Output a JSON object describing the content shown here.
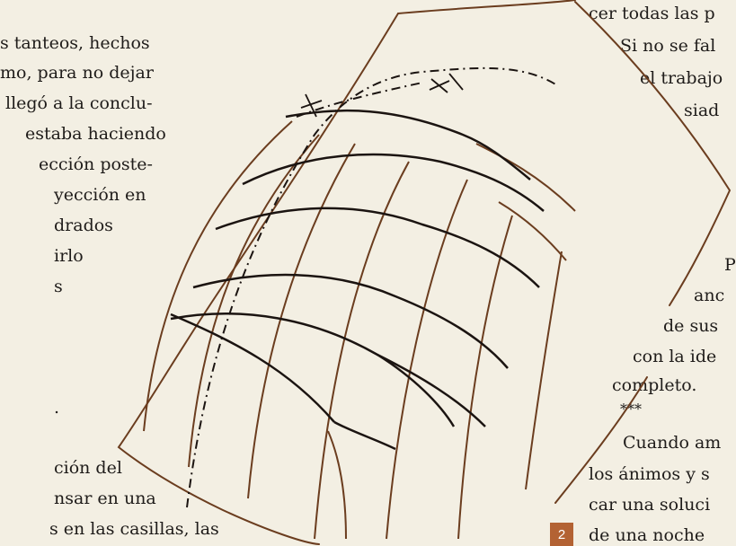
{
  "left_column": [
    "s tanteos, hechos",
    "mo, para no dejar",
    "llegó a la conclu-",
    "estaba haciendo",
    "ección poste-",
    "yección en",
    "drados",
    "irlo",
    "s",
    ".",
    "ción del",
    "nsar en una",
    "s en las casillas, las"
  ],
  "right_column": [
    "cer todas las p",
    "Si no se fal",
    "el trabajo",
    "siad",
    "P",
    "anc",
    "de sus",
    "con la ide",
    "completo.",
    "***",
    "Cuando am",
    "los ánimos y s",
    "car una soluci",
    "de una noche"
  ],
  "page_number": "2",
  "colors": {
    "ink_brown": "#6b3d1f",
    "ink_black": "#1b1411",
    "paper": "#f3efe3",
    "badge": "#b36233"
  }
}
